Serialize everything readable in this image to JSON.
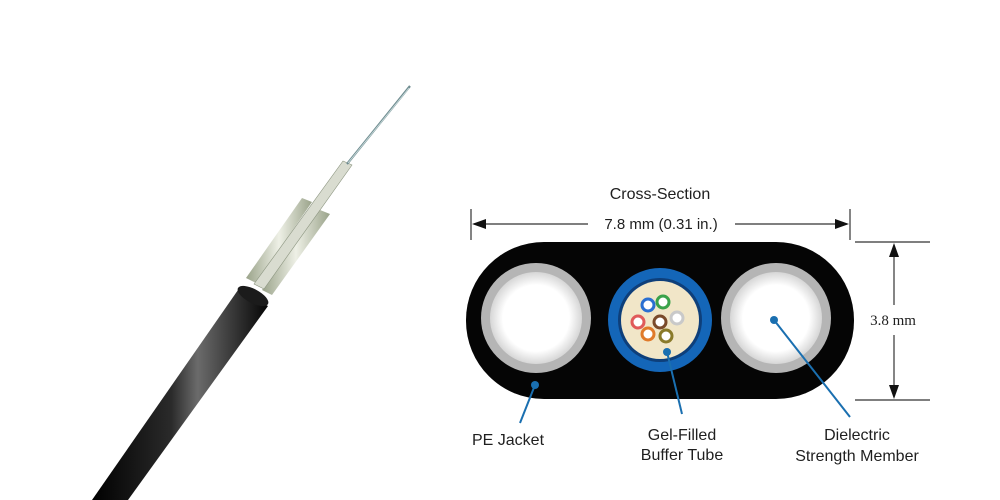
{
  "diagram": {
    "title": "Cross-Section",
    "width_dimension": "7.8 mm (0.31 in.)",
    "height_dimension": "3.8 mm",
    "callouts": {
      "pe_jacket": "PE Jacket",
      "buffer_tube_line1": "Gel-Filled",
      "buffer_tube_line2": "Buffer Tube",
      "strength_line1": "Dielectric",
      "strength_line2": "Strength Member"
    },
    "fiber_colors": [
      "#2a6fd1",
      "#3aa24a",
      "#7a4a2a",
      "#e07a2a",
      "#c9c9c9",
      "#8a7a2a",
      "#e05a5a"
    ],
    "colors": {
      "jacket": "#050505",
      "buffer_tube_ring": "#1466b8",
      "gel": "#f1e6c8",
      "strength_member_ring": "#b5b5b5",
      "callout_line": "#1a6fb0"
    }
  }
}
